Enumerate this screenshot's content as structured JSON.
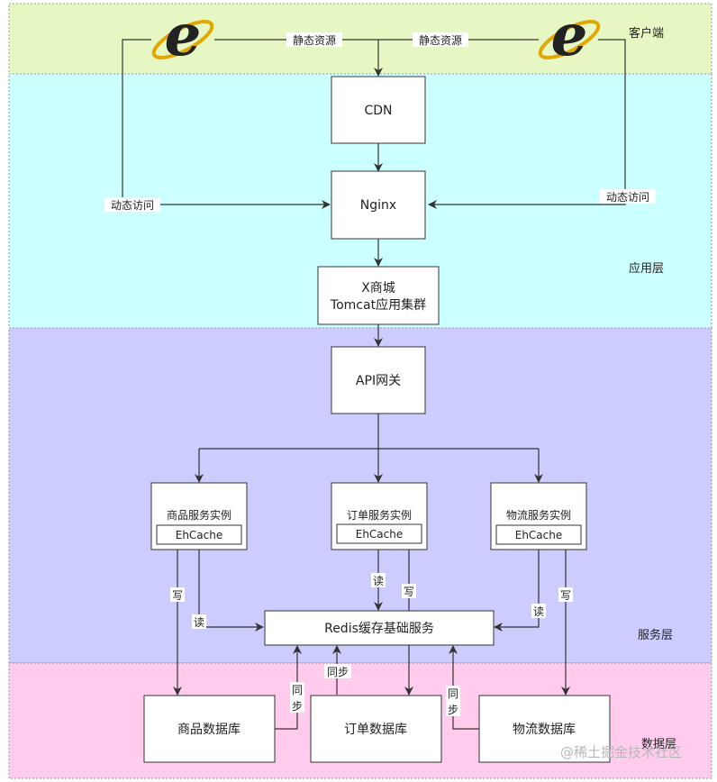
{
  "layers": {
    "client": {
      "label": "客户端",
      "color": "#e6f7c4"
    },
    "app": {
      "label": "应用层",
      "color": "#ccffff"
    },
    "service": {
      "label": "服务层",
      "color": "#ccccff"
    },
    "data": {
      "label": "数据层",
      "color": "#ffccee"
    }
  },
  "nodes": {
    "cdn": "CDN",
    "nginx": "Nginx",
    "tomcat_line1": "X商城",
    "tomcat_line2": "Tomcat应用集群",
    "gateway": "API网关",
    "product_service": "商品服务实例",
    "order_service": "订单服务实例",
    "logistics_service": "物流服务实例",
    "ehcache": "EhCache",
    "redis": "Redis缓存基础服务",
    "product_db": "商品数据库",
    "order_db": "订单数据库",
    "logistics_db": "物流数据库"
  },
  "edge_labels": {
    "static": "静态资源",
    "dynamic": "动态访问",
    "write": "写",
    "read": "读",
    "sync_a": "同",
    "sync_b": "步",
    "sync": "同步"
  },
  "icons": {
    "browser": "ie-browser-icon"
  },
  "watermark": "@稀土掘金技术社区"
}
